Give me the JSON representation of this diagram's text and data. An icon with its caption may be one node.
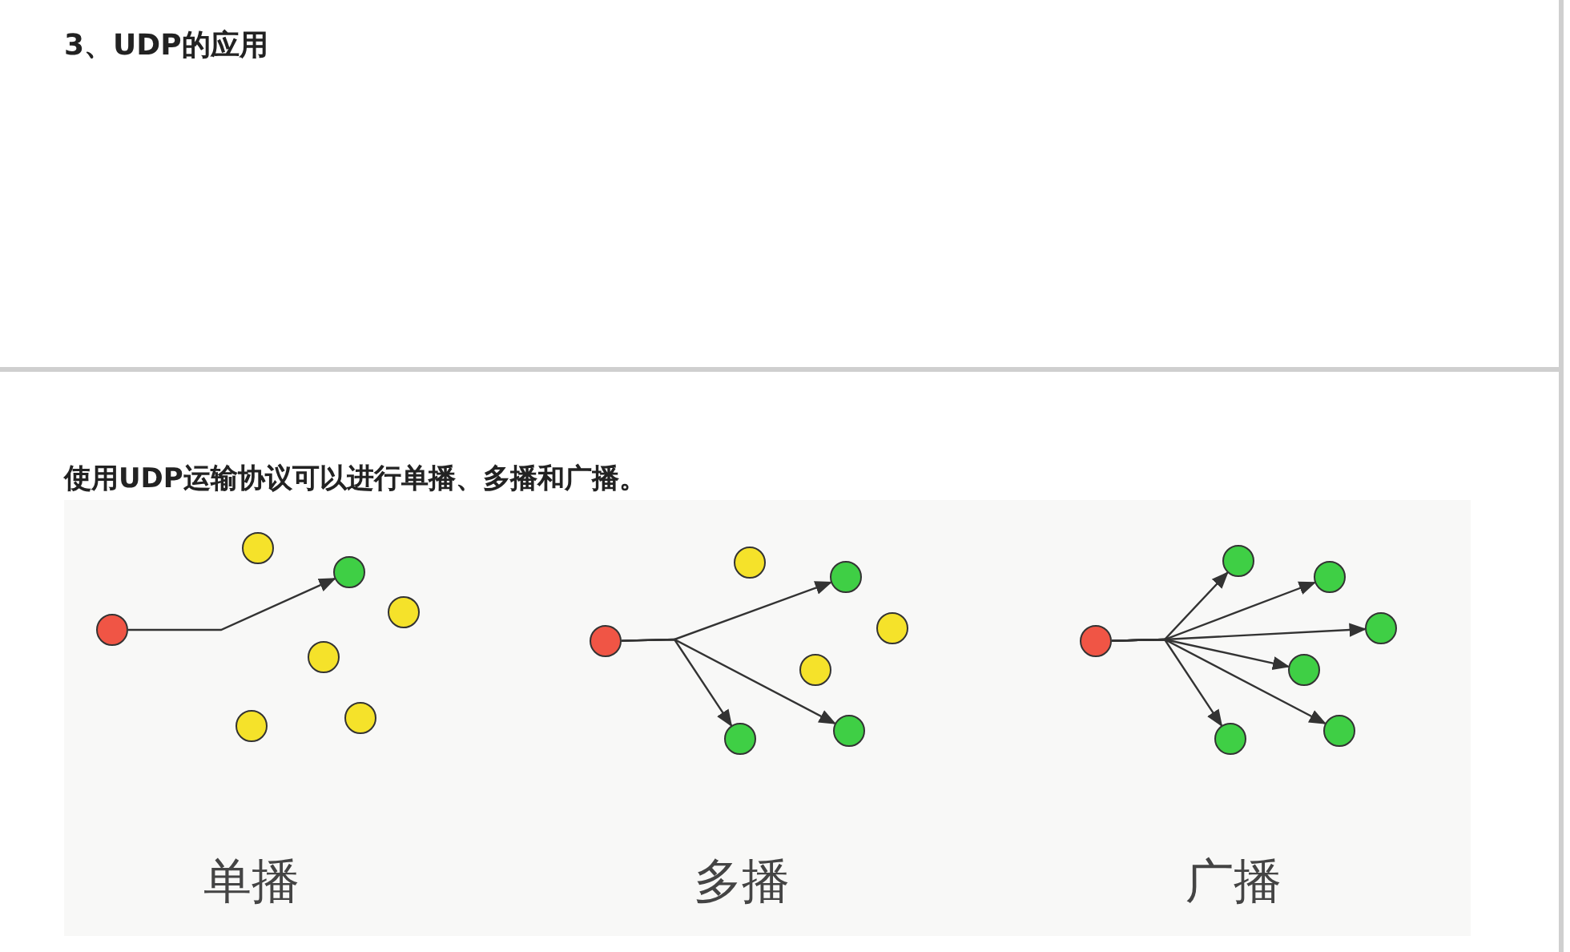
{
  "diagram": {
    "title": "3、UDP的应用",
    "nodes": [
      {
        "text": [],
        "shape": "circle"
      },
      {
        "text": [],
        "shape": "circle"
      },
      {
        "text": [],
        "shape": "circle"
      },
      {
        "text": [],
        "shape": "circle"
      },
      {
        "text": [],
        "shape": "circle"
      },
      {
        "text": [],
        "shape": "circle"
      },
      {
        "text": [],
        "shape": "circle"
      },
      {
        "text": [],
        "shape": "circle"
      },
      {
        "text": [],
        "shape": "circle"
      },
      {
        "text": [],
        "shape": "circle"
      },
      {
        "text": [],
        "shape": "circle"
      },
      {
        "text": [],
        "shape": "circle"
      },
      {
        "text": [],
        "shape": "circle"
      },
      {
        "text": [],
        "shape": "circle"
      },
      {
        "text": [],
        "shape": "circle"
      },
      {
        "text": [],
        "shape": "circle"
      },
      {
        "text": [],
        "shape": "circle"
      },
      {
        "text": [],
        "shape": "circle"
      },
      {
        "text": [],
        "shape": "circle"
      },
      {
        "text": [],
        "shape": "circle"
      },
      {
        "text": [],
        "shape": "circle"
      }
    ],
    "edges": [
      {
        "from": 0,
        "to": 4,
        "arrow": "to"
      },
      {
        "from": 7,
        "to": 11,
        "arrow": "to"
      },
      {
        "from": 7,
        "to": 8,
        "arrow": "to"
      },
      {
        "from": 7,
        "to": 12,
        "arrow": "to"
      },
      {
        "from": 14,
        "to": 16,
        "arrow": "to"
      },
      {
        "from": 14,
        "to": 18,
        "arrow": "to"
      },
      {
        "from": 14,
        "to": 20,
        "arrow": "to"
      },
      {
        "from": 14,
        "to": 17,
        "arrow": "to"
      },
      {
        "from": 14,
        "to": 19,
        "arrow": "to"
      },
      {
        "from": 14,
        "to": 15,
        "arrow": "to"
      }
    ],
    "labels": [
      "使用UDP运输协议可以进行单播、多播和广播。",
      "单播",
      "多播",
      "广播"
    ]
  }
}
